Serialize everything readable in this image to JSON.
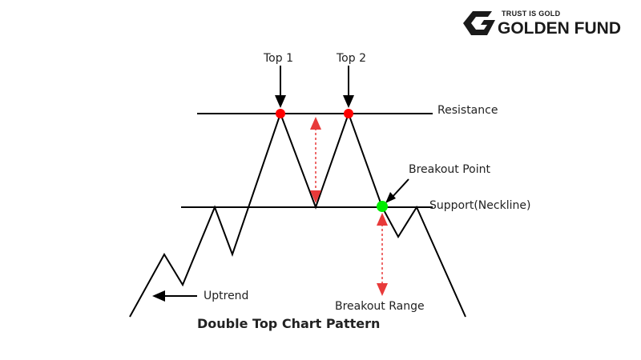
{
  "brand": {
    "tagline": "TRUST IS GOLD",
    "name": "GOLDEN FUND",
    "logo_icon": "golden-fund-logo-icon"
  },
  "diagram": {
    "labels": {
      "top1": "Top 1",
      "top2": "Top 2",
      "resistance": "Resistance",
      "breakout_point": "Breakout Point",
      "support": "Support(Neckline)",
      "uptrend": "Uptrend",
      "breakout_range": "Breakout Range"
    },
    "caption": "Double Top Chart Pattern"
  },
  "colors": {
    "line": "#000000",
    "top_marker": "#ff0000",
    "breakout_marker": "#00ee00",
    "range_arrow": "#e83a3a",
    "text": "#222222"
  }
}
